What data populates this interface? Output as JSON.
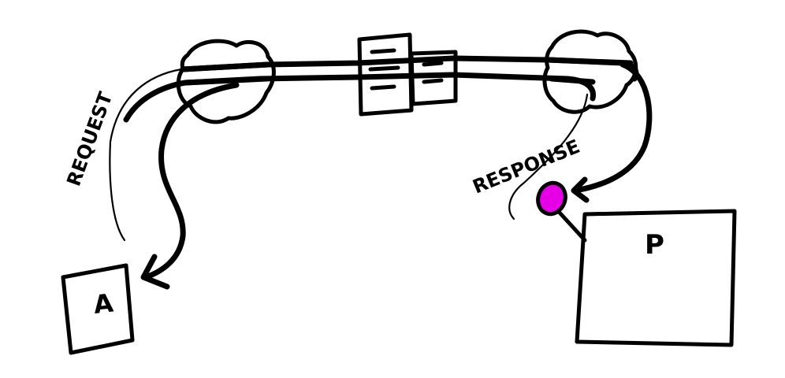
{
  "labels": {
    "request": "REQUEST",
    "response": "RESPONSE",
    "node_a": "A",
    "node_p": "P"
  },
  "colors": {
    "ink": "#000000",
    "highlight_dot": "#e600e6"
  },
  "icons": {
    "left_cloud": "cloud-icon",
    "right_cloud": "cloud-icon",
    "middle_server": "server-icon"
  }
}
